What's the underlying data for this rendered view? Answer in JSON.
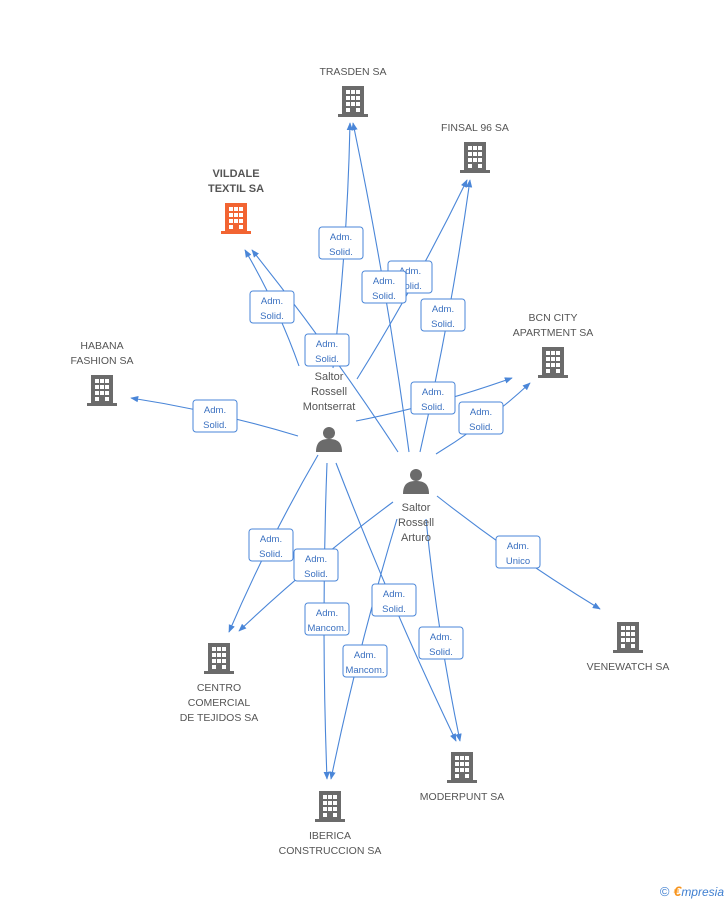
{
  "colors": {
    "edge": "#4a86d8",
    "building": "#6b6b6b",
    "highlight": "#f26432",
    "person": "#6b6b6b"
  },
  "companies": [
    {
      "id": "trasden",
      "lines": [
        "TRASDEN SA"
      ],
      "highlight": false
    },
    {
      "id": "finsal",
      "lines": [
        "FINSAL 96 SA"
      ],
      "highlight": false
    },
    {
      "id": "vildale",
      "lines": [
        "VILDALE",
        "TEXTIL SA"
      ],
      "highlight": true
    },
    {
      "id": "habana",
      "lines": [
        "HABANA",
        "FASHION SA"
      ],
      "highlight": false
    },
    {
      "id": "bcn",
      "lines": [
        "BCN CITY",
        "APARTMENT SA"
      ],
      "highlight": false
    },
    {
      "id": "venewatch",
      "lines": [
        "VENEWATCH SA"
      ],
      "highlight": false
    },
    {
      "id": "centro",
      "lines": [
        "CENTRO",
        "COMERCIAL",
        "DE TEJIDOS SA"
      ],
      "highlight": false
    },
    {
      "id": "moderpunt",
      "lines": [
        "MODERPUNT SA"
      ],
      "highlight": false
    },
    {
      "id": "iberica",
      "lines": [
        "IBERICA",
        "CONSTRUCCION SA"
      ],
      "highlight": false
    }
  ],
  "persons": [
    {
      "id": "montserrat",
      "lines": [
        "Saltor",
        "Rossell",
        "Montserrat"
      ]
    },
    {
      "id": "arturo",
      "lines": [
        "Saltor",
        "Rossell",
        "Arturo"
      ]
    }
  ],
  "edges": [
    {
      "from": "montserrat",
      "to": "trasden",
      "role": [
        "Adm.",
        "Solid."
      ]
    },
    {
      "from": "montserrat",
      "to": "finsal",
      "role": [
        "Adm.",
        "Solid."
      ]
    },
    {
      "from": "montserrat",
      "to": "vildale",
      "role": [
        "Adm.",
        "Solid."
      ]
    },
    {
      "from": "montserrat",
      "to": "habana",
      "role": [
        "Adm.",
        "Solid."
      ]
    },
    {
      "from": "montserrat",
      "to": "bcn",
      "role": [
        "Adm.",
        "Solid."
      ]
    },
    {
      "from": "montserrat",
      "to": "centro",
      "role": [
        "Adm.",
        "Solid."
      ]
    },
    {
      "from": "montserrat",
      "to": "iberica",
      "role": [
        "Adm.",
        "Mancom."
      ]
    },
    {
      "from": "montserrat",
      "to": "moderpunt",
      "role": [
        "Adm.",
        "Solid."
      ]
    },
    {
      "from": "arturo",
      "to": "trasden",
      "role": [
        "Adm.",
        "Solid."
      ]
    },
    {
      "from": "arturo",
      "to": "finsal",
      "role": [
        "Adm.",
        "Solid."
      ]
    },
    {
      "from": "arturo",
      "to": "vildale",
      "role": [
        "Adm.",
        "Solid."
      ]
    },
    {
      "from": "arturo",
      "to": "bcn",
      "role": [
        "Adm.",
        "Solid."
      ]
    },
    {
      "from": "arturo",
      "to": "venewatch",
      "role": [
        "Adm.",
        "Unico"
      ]
    },
    {
      "from": "arturo",
      "to": "centro",
      "role": [
        "Adm.",
        "Solid."
      ]
    },
    {
      "from": "arturo",
      "to": "moderpunt",
      "role": [
        "Adm.",
        "Solid."
      ]
    },
    {
      "from": "arturo",
      "to": "iberica",
      "role": [
        "Adm.",
        "Mancom."
      ]
    }
  ],
  "brand": {
    "copyright": "©",
    "initial": "€",
    "rest": "mpresia"
  }
}
